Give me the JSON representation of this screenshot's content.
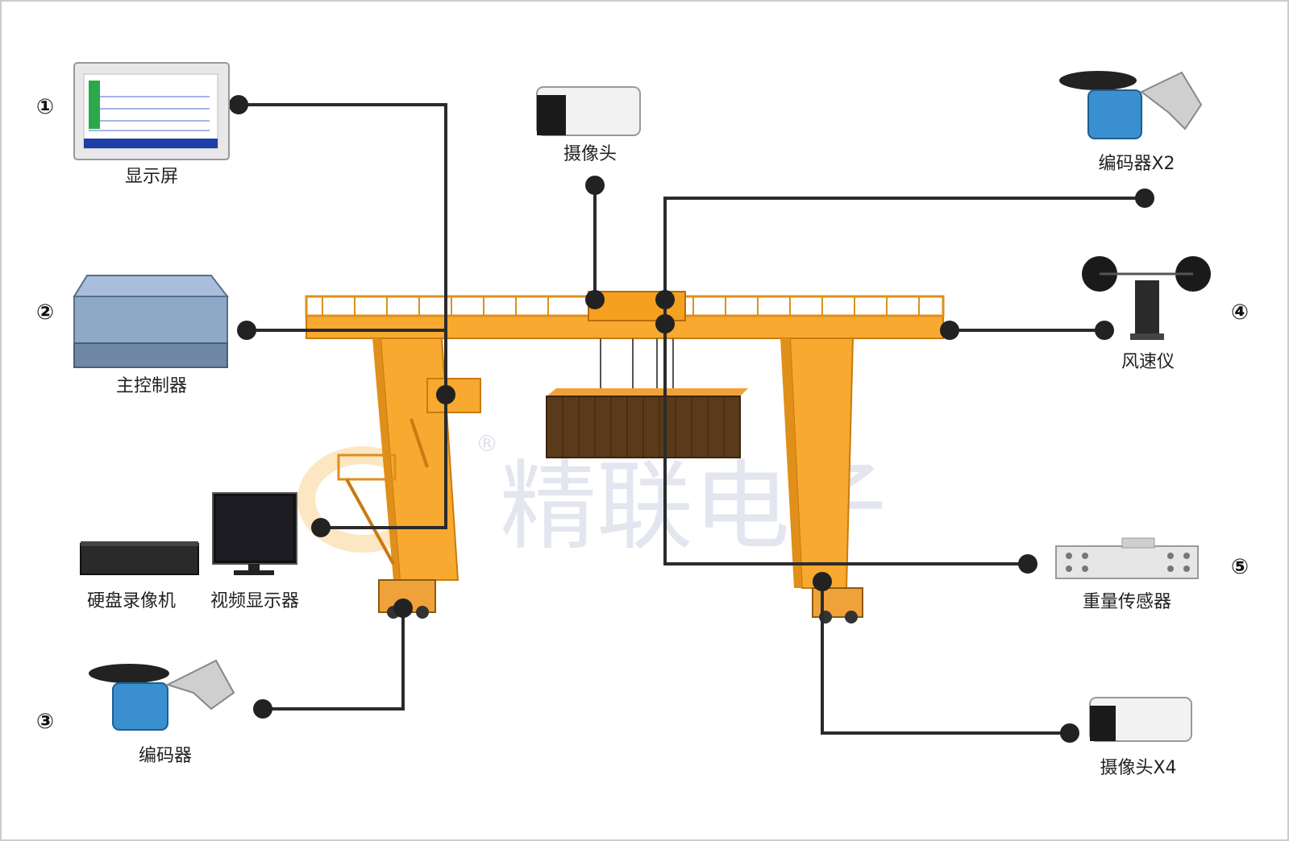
{
  "labels": {
    "display_screen": "显示屏",
    "main_controller": "主控制器",
    "dvr": "硬盘录像机",
    "video_monitor": "视频显示器",
    "encoder_left": "编码器",
    "camera_top": "摄像头",
    "encoder_x2": "编码器X2",
    "anemometer": "风速仪",
    "weight_sensor": "重量传感器",
    "camera_x4": "摄像头X4"
  },
  "numbers": {
    "n1": "①",
    "n2": "②",
    "n3": "③",
    "n4": "④",
    "n5": "⑤"
  },
  "watermark": {
    "text": "精联电子",
    "registered": "®"
  },
  "colors": {
    "crane": "#f7a930",
    "crane_dark": "#c97a10",
    "line": "#2b2b2b",
    "container": "#5a3a1a"
  }
}
